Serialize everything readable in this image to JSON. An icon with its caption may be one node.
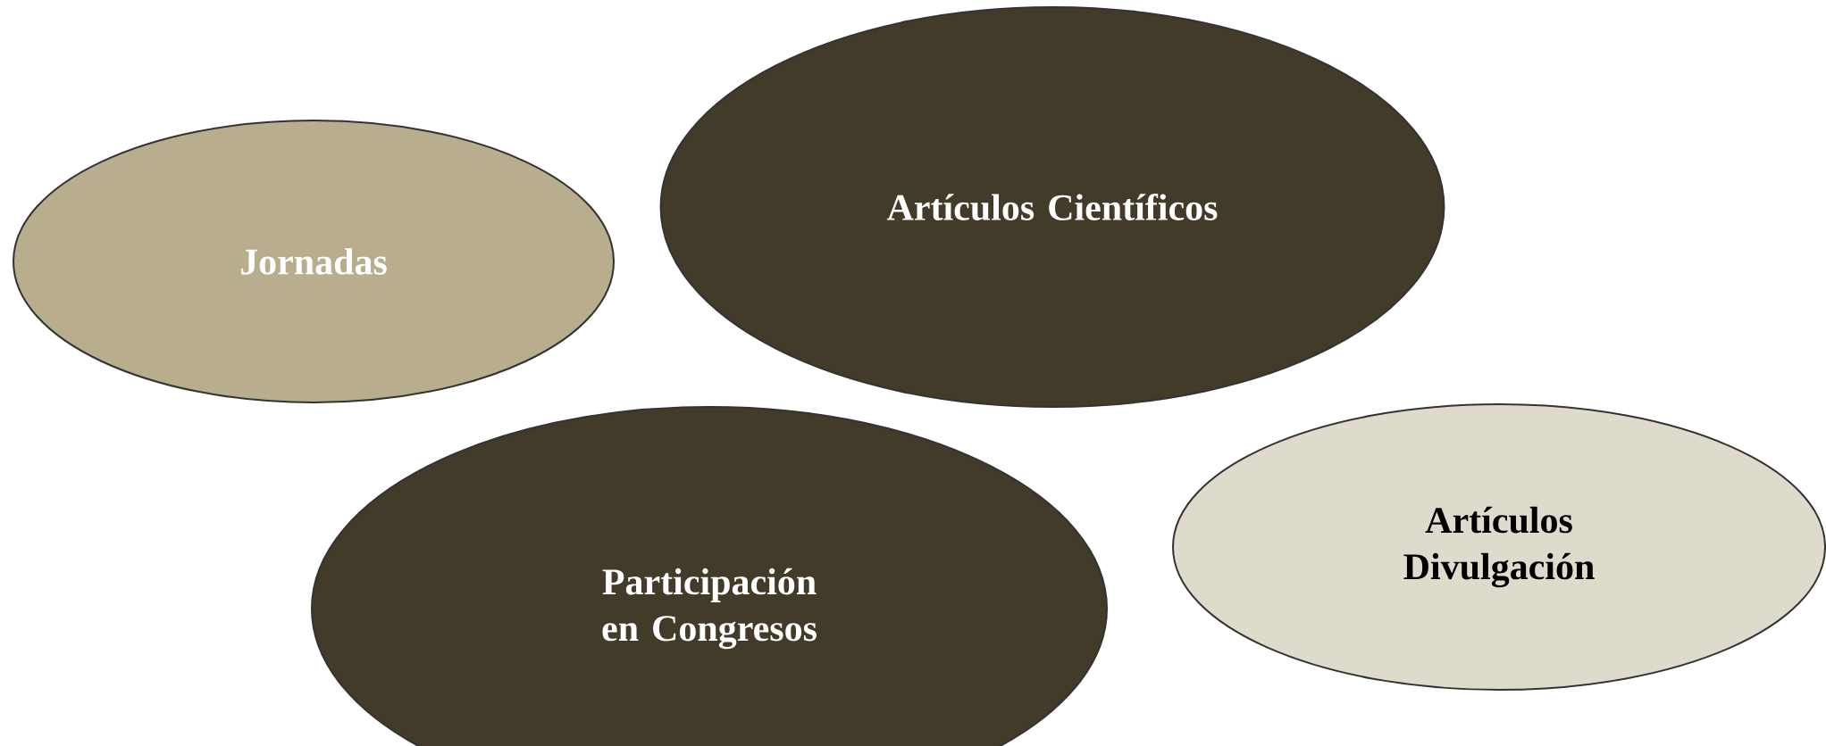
{
  "diagram": {
    "nodes": [
      {
        "text": [
          "Jornadas"
        ]
      },
      {
        "text": [
          "Artículos Científicos"
        ]
      },
      {
        "text": [
          "Participación en Congresos"
        ]
      },
      {
        "text": [
          "Artículos Divulgación"
        ]
      }
    ]
  }
}
